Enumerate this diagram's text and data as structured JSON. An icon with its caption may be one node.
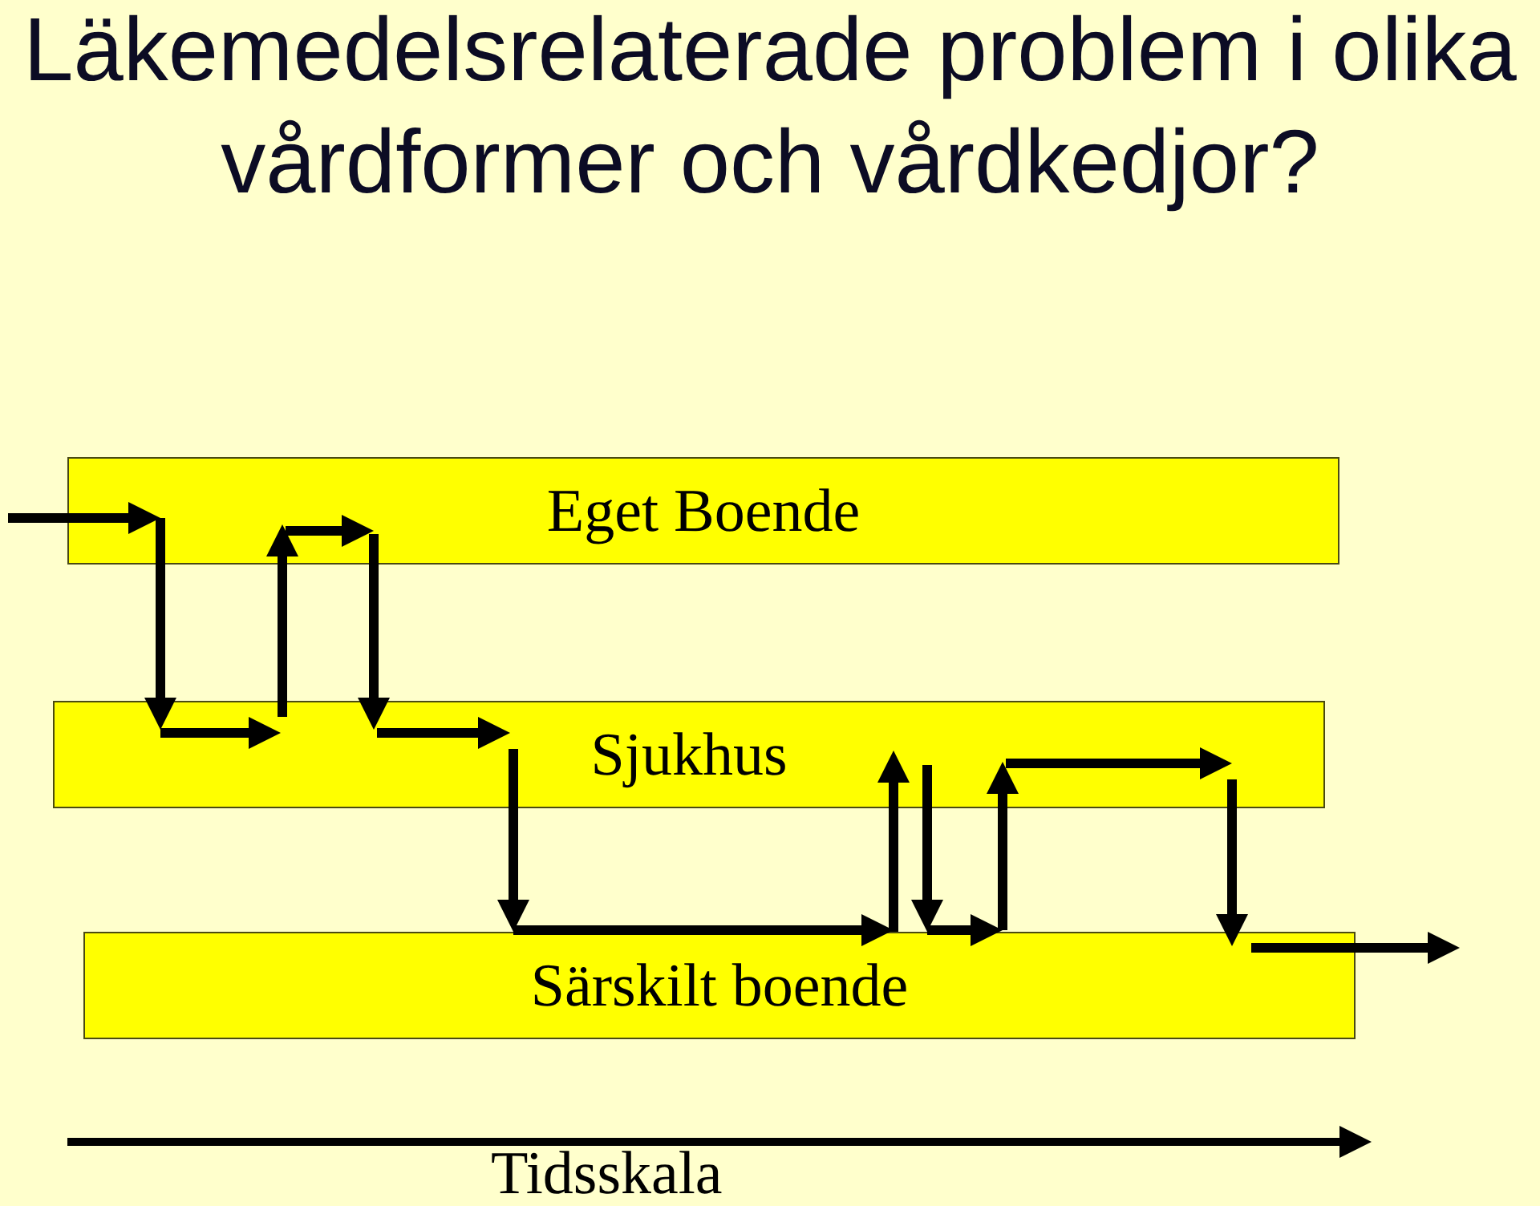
{
  "diagram": {
    "title": "Läkemedelsrelaterade problem i olika vårdformer och vårdkedjor?",
    "nodes": [
      {
        "text": [
          "Eget Boende"
        ]
      },
      {
        "text": [
          "Sjukhus"
        ]
      },
      {
        "text": [
          "Särskilt boende"
        ]
      }
    ],
    "edges": [
      {
        "from": null,
        "to": 0,
        "arrow": "to"
      },
      {
        "from": 0,
        "to": 1,
        "arrow": "to"
      },
      {
        "from": 1,
        "to": 0,
        "arrow": "to"
      },
      {
        "from": 0,
        "to": 1,
        "arrow": "to"
      },
      {
        "from": 1,
        "to": 2,
        "arrow": "to"
      },
      {
        "from": 2,
        "to": 1,
        "arrow": "to"
      },
      {
        "from": 1,
        "to": 2,
        "arrow": "to"
      },
      {
        "from": 2,
        "to": 1,
        "arrow": "to"
      },
      {
        "from": 1,
        "to": 2,
        "arrow": "to"
      },
      {
        "from": 2,
        "to": null,
        "arrow": "to"
      }
    ],
    "labels": [
      "Tidsskala"
    ]
  }
}
